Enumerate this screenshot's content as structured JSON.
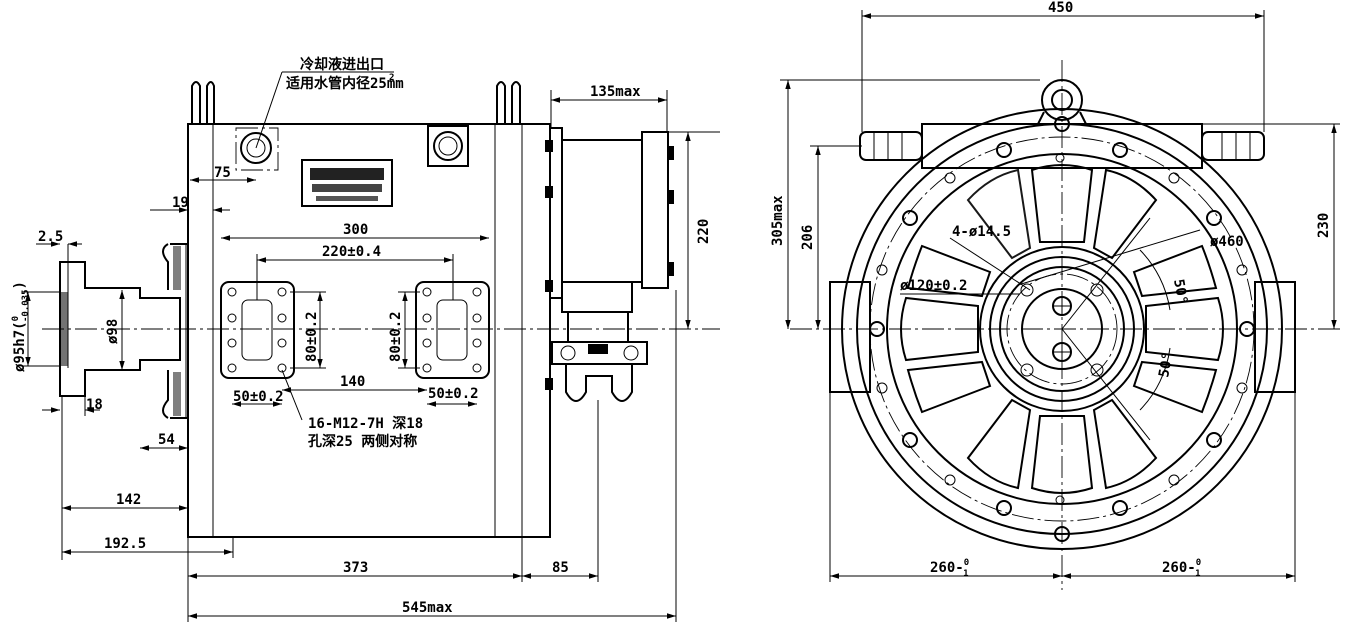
{
  "side_view": {
    "note_coolant": [
      "冷却液进出口",
      "适用水管内径25mm"
    ],
    "note_coolant_sup": "2",
    "dim_135max": "135max",
    "dim_75": "75",
    "dim_19": "19",
    "dim_2_5": "2.5",
    "dim_shaft_fit": "ø95h7(",
    "dim_shaft_fit_upper": "0",
    "dim_shaft_fit_lower": "-0.035",
    "dim_shaft_fit_close": ")",
    "dim_98": "ø98",
    "dim_18": "18",
    "dim_54": "54",
    "dim_142": "142",
    "dim_192_5": "192.5",
    "dim_300": "300",
    "dim_220_04": "220±0.4",
    "dim_80_02_left": "80±0.2",
    "dim_80_02_right": "80±0.2",
    "dim_140": "140",
    "dim_50_02_left": "50±0.2",
    "dim_50_02_right": "50±0.2",
    "note_holes": [
      "16-M12-7H 深18",
      "孔深25 两侧对称"
    ],
    "dim_220": "220",
    "dim_373": "373",
    "dim_85": "85",
    "dim_545max": "545max"
  },
  "front_view": {
    "dim_450": "450",
    "dim_305max": "305max",
    "dim_206": "206",
    "dim_230": "230",
    "dim_4_14_5": "4-ø14.5",
    "dim_460": "ø460",
    "dim_120": "ø120±0.2",
    "angle_top": "50°",
    "angle_bottom": "50°",
    "dim_260_left": "260-",
    "dim_260_left_upper": "0",
    "dim_260_left_lower": "1",
    "dim_260_right": "260-",
    "dim_260_right_upper": "0",
    "dim_260_right_lower": "1"
  }
}
